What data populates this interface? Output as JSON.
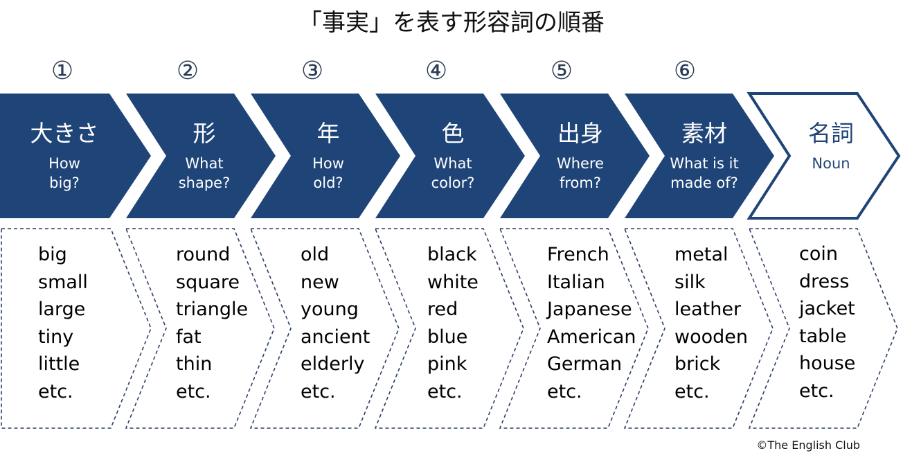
{
  "title": "「事実」を表す形容詞の順番",
  "steps": [
    {
      "num": "①",
      "jp": "大きさ",
      "en": "How big?",
      "en_lines": [
        "How",
        "big?"
      ],
      "words": [
        "big",
        "small",
        "large",
        "tiny",
        "little",
        "etc."
      ]
    },
    {
      "num": "②",
      "jp": "形",
      "en": "What shape?",
      "en_lines": [
        "What",
        "shape?"
      ],
      "words": [
        "round",
        "square",
        "triangle",
        "fat",
        "thin",
        "etc."
      ]
    },
    {
      "num": "③",
      "jp": "年",
      "en": "How old?",
      "en_lines": [
        "How",
        "old?"
      ],
      "words": [
        "old",
        "new",
        "young",
        "ancient",
        "elderly",
        "etc."
      ]
    },
    {
      "num": "④",
      "jp": "色",
      "en": "What color?",
      "en_lines": [
        "What",
        "color?"
      ],
      "words": [
        "black",
        "white",
        "red",
        "blue",
        "pink",
        "etc."
      ]
    },
    {
      "num": "⑤",
      "jp": "出身",
      "en": "Where from?",
      "en_lines": [
        "Where",
        "from?"
      ],
      "words": [
        "French",
        "Italian",
        "Japanese",
        "American",
        "German",
        "etc."
      ]
    },
    {
      "num": "⑥",
      "jp": "素材",
      "en": "What is it made of?",
      "en_lines": [
        "What is it",
        "made of?"
      ],
      "words": [
        "metal",
        "silk",
        "leather",
        "wooden",
        "brick",
        "etc."
      ]
    }
  ],
  "noun": {
    "jp": "名詞",
    "en": "Noun",
    "words": [
      "coin",
      "dress",
      "jacket",
      "table",
      "house",
      "etc."
    ]
  },
  "credit": "©The English Club",
  "colors": {
    "chevron_fill": "#1f4478",
    "noun_outline": "#1f4478",
    "dashed_border": "#2b3f66"
  }
}
